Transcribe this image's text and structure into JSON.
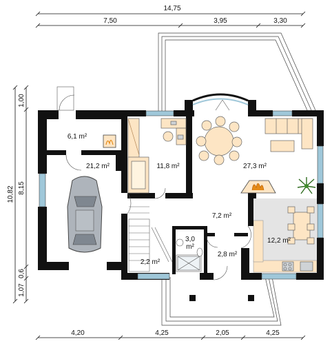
{
  "dimensions": {
    "total_width": "14,75",
    "top": [
      "7,50",
      "3,95",
      "3,30"
    ],
    "bottom": [
      "4,20",
      "4,25",
      "2,05",
      "4,25"
    ],
    "left_total": "10,82",
    "left_parts": [
      "1,00",
      "8,15",
      "0,6",
      "1,07"
    ]
  },
  "rooms": [
    {
      "label": "6,1 m²"
    },
    {
      "label": "21,2 m²"
    },
    {
      "label": "11,8 m²"
    },
    {
      "label": "27,3 m²"
    },
    {
      "label": "7,2 m²"
    },
    {
      "label": "3,0"
    },
    {
      "label": "m²"
    },
    {
      "label": "12,2 m²"
    },
    {
      "label": "2,2 m²"
    },
    {
      "label": "2,8 m²"
    }
  ],
  "colors": {
    "wall": "#111111",
    "furniture_fill": "#fde5c4",
    "kitchen_floor": "#e4e4e4",
    "car_fill": "#aeb4bb",
    "window": "#9fc7d9",
    "fireplace_flame": "#e58a16"
  }
}
